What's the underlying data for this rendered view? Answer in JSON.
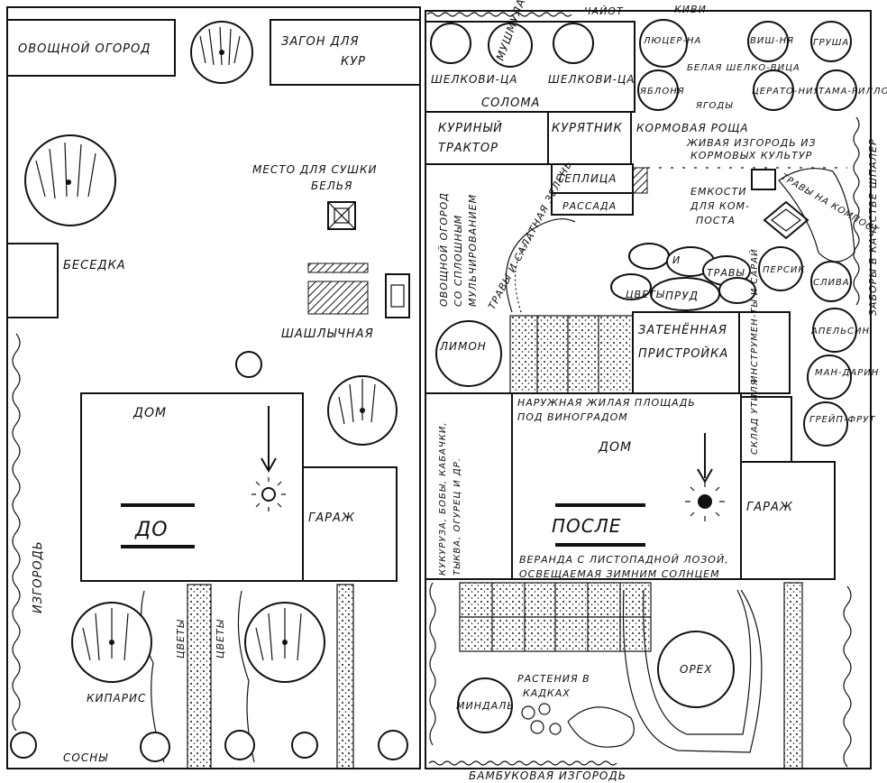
{
  "before": {
    "vegetable_garden": "ОВОЩНОЙ ОГОРОД",
    "chicken_pen_1": "ЗАГОН ДЛЯ",
    "chicken_pen_2": "КУР",
    "laundry_1": "МЕСТО ДЛЯ СУШКИ",
    "laundry_2": "БЕЛЬЯ",
    "gazebo": "БЕСЕДКА",
    "bbq": "ШАШЛЫЧНАЯ",
    "house": "ДОМ",
    "title": "ДО",
    "garage": "ГАРАЖ",
    "hedge": "ИЗГОРОДЬ",
    "flowers": "ЦВЕТЫ",
    "cypress": "КИПАРИС",
    "pines": "СОСНЫ"
  },
  "after": {
    "tea": "ЧАЙОТ",
    "kiwi": "КИВИ",
    "mulberry": "ШЕЛКОВИ-ЦА",
    "medlar": "МУШМУЛА",
    "alfalfa": "ЛЮЦЕР-НА",
    "cherry": "ВИШ-НЯ",
    "pear": "ГРУША",
    "white_mulberry": "БЕЛАЯ ШЕЛКО-ВИЦА",
    "berries": "ЯГОДЫ",
    "apple": "ЯБЛОНЯ",
    "ceratonia": "ЦЕРАТО-НИЯ",
    "tamarillo": "ТАМА-РИЛЛО",
    "straw": "СОЛОМА",
    "chicken_tractor_1": "КУРИНЫЙ",
    "chicken_tractor_2": "ТРАКТОР",
    "coop": "КУРЯТНИК",
    "fodder_grove": "КОРМОВАЯ РОЩА",
    "living_hedge_1": "ЖИВАЯ ИЗГОРОДЬ ИЗ",
    "living_hedge_2": "КОРМОВЫХ КУЛЬТУР",
    "greenhouse": "ТЕПЛИЦА",
    "seedlings": "РАССАДА",
    "compost_tanks_1": "ЕМКОСТИ",
    "compost_tanks_2": "ДЛЯ КОМ-",
    "compost_tanks_3": "ПОСТА",
    "compost_herbs": "ТРАВЫ НА КОМПОСТ",
    "trellis_fences": "ЗАБОРЫ В КАЧЕСТВЕ ШПАЛЕР",
    "mulch_garden_1": "ОВОЩНОЙ ОГОРОД",
    "mulch_garden_2": "СО СПЛОШНЫМ",
    "mulch_garden_3": "МУЛЬЧИРОВАНИЕМ",
    "herbs_greens": "ТРАВЫ И САЛАТНАЯ ЗЕЛЕНЬ",
    "flowers": "ЦВЕТЫ",
    "and": "И",
    "herbs": "ТРАВЫ",
    "pond": "ПРУД",
    "peach": "ПЕРСИК",
    "plum": "СЛИВА",
    "orange": "АПЕЛЬСИН",
    "mandarin": "МАН-ДАРИН",
    "grapefruit": "ГРЕЙП-ФРУТ",
    "lemon": "ЛИМОН",
    "shaded_1": "ЗАТЕНЁННАЯ",
    "shaded_2": "ПРИСТРОЙКА",
    "tools": "ИНСТРУМЕН-ТЫ И САРАЙ",
    "outdoor_1": "НАРУЖНАЯ ЖИЛАЯ ПЛОЩАДЬ",
    "outdoor_2": "ПОД ВИНОГРАДОМ",
    "recycle": "СКЛАД УТИЛЯ",
    "house": "ДОМ",
    "title": "ПОСЛЕ",
    "garage": "ГАРАЖ",
    "crops_1": "КУКУРУЗА, БОБЫ, КАБАЧКИ,",
    "crops_2": "ТЫКВА, ОГУРЕЦ И ДР.",
    "veranda_1": "ВЕРАНДА С ЛИСТОПАДНОЙ ЛОЗОЙ,",
    "veranda_2": "ОСВЕЩАЕМАЯ ЗИМНИМ СОЛНЦЕМ",
    "pots_1": "РАСТЕНИЯ В",
    "pots_2": "КАДКАХ",
    "almond": "МИНДАЛЬ",
    "walnut": "ОРЕХ",
    "bamboo": "БАМБУКОВАЯ ИЗГОРОДЬ"
  }
}
